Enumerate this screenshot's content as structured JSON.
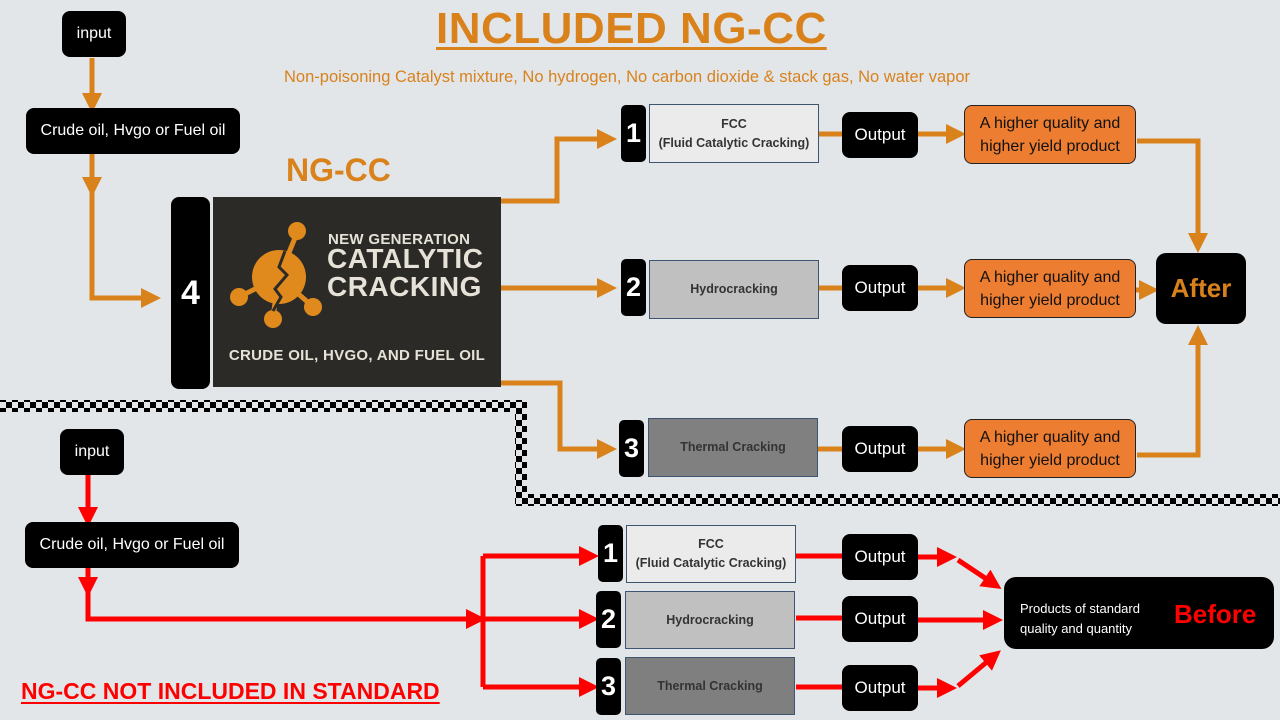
{
  "header": {
    "title": "INCLUDED NG-CC",
    "subtitle": "Non-poisoning Catalyst mixture, No hydrogen, No carbon dioxide & stack gas, No  water vapor"
  },
  "colors": {
    "accent_orange": "#d9821c",
    "product_orange": "#ed7d31",
    "standard_red": "#ff0000",
    "block_black": "#000000",
    "background": "#e2e6e9"
  },
  "after_flow": {
    "input_label": "input",
    "feed_label": "Crude oil, Hvgo or Fuel oil",
    "ngcc_label": "NG-CC",
    "ngcc_number": "4",
    "logo": {
      "line1": "NEW GENERATION",
      "line2": "CATALYTIC",
      "line3": "CRACKING",
      "line4": "CRUDE OIL, HVGO, AND FUEL OIL",
      "icon": "cracked-molecule-icon"
    },
    "processes": [
      {
        "number": "1",
        "name": "FCC",
        "detail": "(Fluid Catalytic Cracking)",
        "output": "Output",
        "product": "A higher quality and higher yield product"
      },
      {
        "number": "2",
        "name": "Hydrocracking",
        "detail": "",
        "output": "Output",
        "product": "A higher quality and higher yield product"
      },
      {
        "number": "3",
        "name": "Thermal Cracking",
        "detail": "",
        "output": "Output",
        "product": "A higher quality and higher yield product"
      }
    ],
    "result_label": "After"
  },
  "before_flow": {
    "input_label": "input",
    "feed_label": "Crude oil, Hvgo or Fuel oil",
    "processes": [
      {
        "number": "1",
        "name": "FCC",
        "detail": "(Fluid Catalytic Cracking)",
        "output": "Output"
      },
      {
        "number": "2",
        "name": "Hydrocracking",
        "detail": "",
        "output": "Output"
      },
      {
        "number": "3",
        "name": "Thermal Cracking",
        "detail": "",
        "output": "Output"
      }
    ],
    "result_description": "Products of standard quality and quantity",
    "result_label": "Before",
    "footer_title": "NG-CC NOT INCLUDED IN STANDARD"
  }
}
